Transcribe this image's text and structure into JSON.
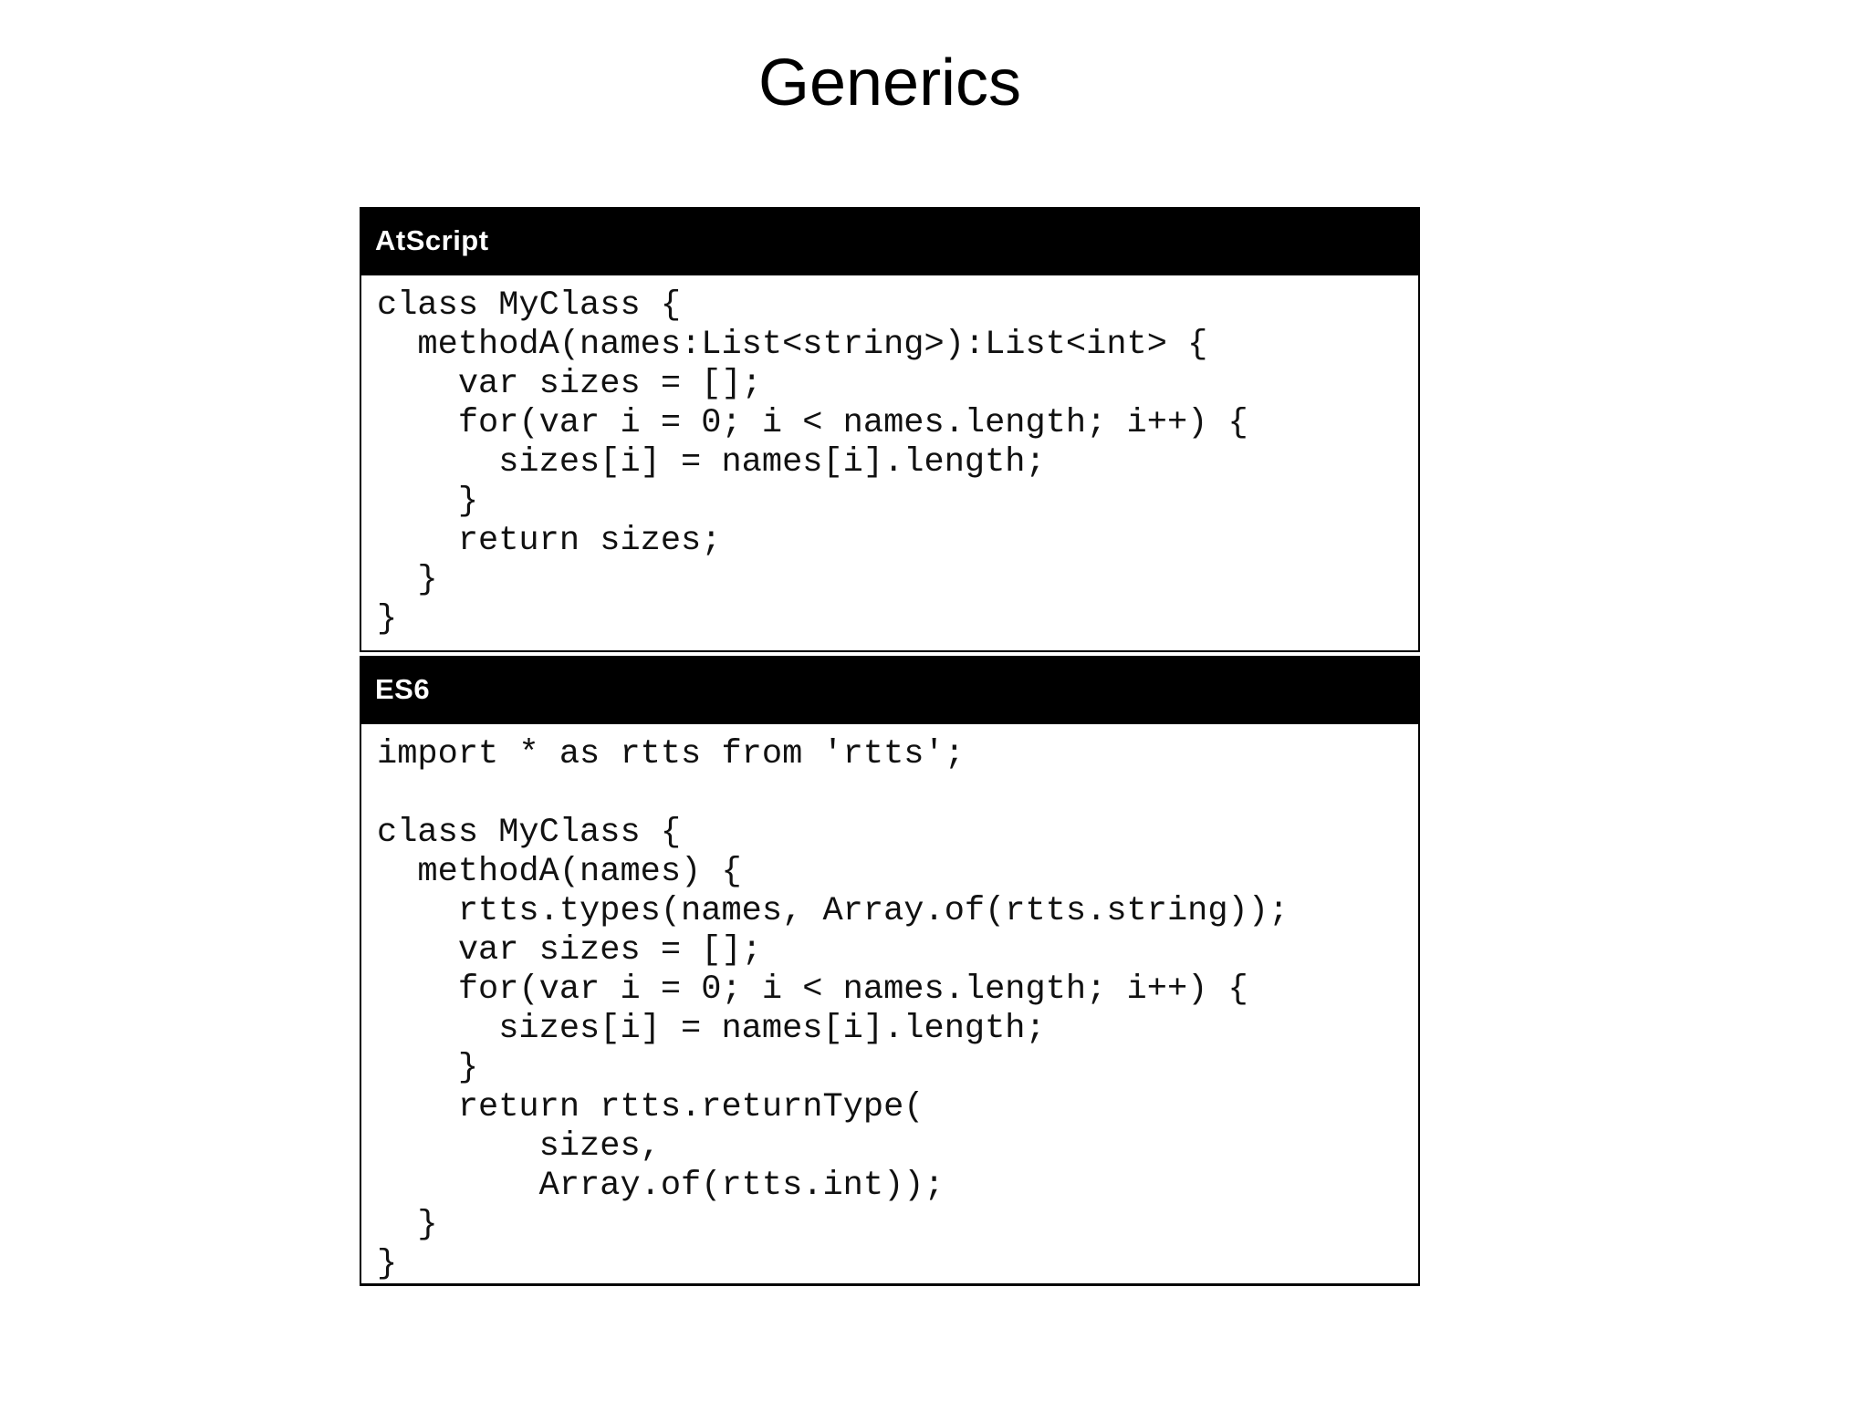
{
  "slide": {
    "title": "Generics",
    "colors": {
      "background": "#ffffff",
      "header_bg": "#000000",
      "header_text": "#ffffff",
      "code_text": "#111111",
      "border": "#000000"
    },
    "panels": [
      {
        "label": "AtScript",
        "code": [
          "class MyClass {",
          "  methodA(names:List<string>):List<int> {",
          "    var sizes = [];",
          "    for(var i = 0; i < names.length; i++) {",
          "      sizes[i] = names[i].length;",
          "    }",
          "    return sizes;",
          "  }",
          "}"
        ]
      },
      {
        "label": "ES6",
        "code": [
          "import * as rtts from 'rtts';",
          "",
          "class MyClass {",
          "  methodA(names) {",
          "    rtts.types(names, Array.of(rtts.string));",
          "    var sizes = [];",
          "    for(var i = 0; i < names.length; i++) {",
          "      sizes[i] = names[i].length;",
          "    }",
          "    return rtts.returnType(",
          "        sizes,",
          "        Array.of(rtts.int));",
          "  }",
          "}"
        ]
      }
    ]
  }
}
